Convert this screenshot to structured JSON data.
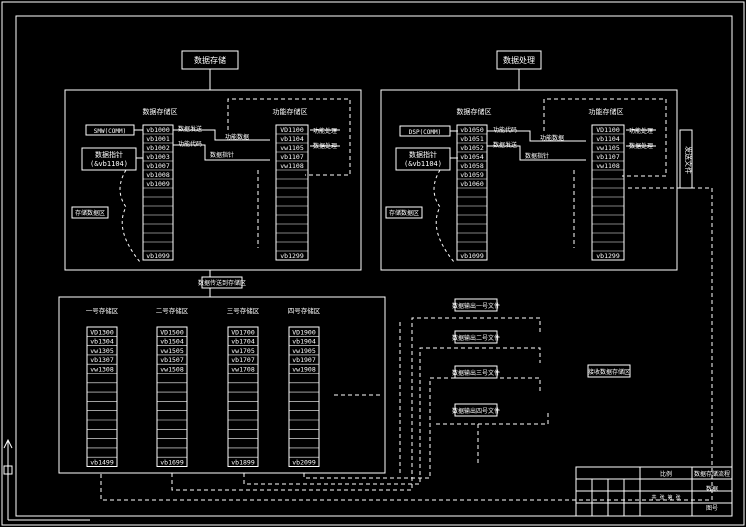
{
  "left_panel": {
    "title": "数据存储",
    "area_label": "数据存储区",
    "right_area_label": "功能存储区",
    "left_cells": [
      "vb1000",
      "vb1001",
      "vb1002",
      "vb1003",
      "vb1007",
      "vb1008",
      "vb1009"
    ],
    "left_last": "vb1099",
    "right_cells": [
      "VD1100",
      "vb1104",
      "vw1105",
      "vb1107",
      "vw1108"
    ],
    "right_last": "vb1299",
    "input_label": "SMW(COMM)",
    "pointer_label": "数据指针",
    "pointer_sub": "(&vb1104)",
    "memory_label": "存储数据区",
    "mid_label_1": "数据发送",
    "mid_label_2": "功能代码",
    "mid_label_3": "功能数据",
    "mid_label_4": "数据指针",
    "right_label_1": "功能处理",
    "right_label_2": "数据处理"
  },
  "right_panel": {
    "title": "数据处理",
    "area_label": "数据存储区",
    "right_area_label": "功能存储区",
    "left_cells": [
      "vb1050",
      "vb1051",
      "vb1052",
      "vb1054",
      "vb1058",
      "vb1059",
      "vb1060"
    ],
    "left_last": "vb1099",
    "right_cells": [
      "VD1100",
      "vb1104",
      "vw1105",
      "vb1107",
      "vw1108"
    ],
    "right_last": "vb1299",
    "input_label": "DSP(COMM)",
    "pointer_label": "数据指针",
    "pointer_sub": "(&vb1104)",
    "memory_label": "存储数据区",
    "mid_label_1": "功能代码",
    "mid_label_2": "数据发送",
    "mid_label_3": "功能数据",
    "mid_label_4": "数据指针",
    "right_label_1": "功能处理",
    "right_label_2": "数据处理",
    "vertical_label": "发送文件"
  },
  "transfer_label": "数据传送到存储区",
  "bottom_panel": {
    "columns": [
      {
        "header": "一号存储区",
        "cells": [
          "VD1300",
          "vb1304",
          "vw1305",
          "vb1307",
          "vw1308"
        ],
        "last": "vb1499"
      },
      {
        "header": "二号存储区",
        "cells": [
          "VD1500",
          "vb1504",
          "vw1505",
          "vb1507",
          "vw1508"
        ],
        "last": "vb1699"
      },
      {
        "header": "三号存储区",
        "cells": [
          "VD1700",
          "vb1704",
          "vw1705",
          "vb1707",
          "vw1708"
        ],
        "last": "vb1899"
      },
      {
        "header": "四号存储区",
        "cells": [
          "VD1900",
          "vb1904",
          "vw1905",
          "vb1907",
          "vw1908"
        ],
        "last": "vb2099"
      }
    ]
  },
  "right_labels": [
    "数据输出一号文件",
    "数据输出二号文件",
    "数据输出三号文件",
    "数据输出四号文件"
  ],
  "side_label": "接收数据存储区",
  "title_block": {
    "cell_a": "比例",
    "cell_b": "数据存储流程",
    "cell_c": "数据",
    "cell_d": "图号",
    "cell_e": "共 张 第 张"
  }
}
